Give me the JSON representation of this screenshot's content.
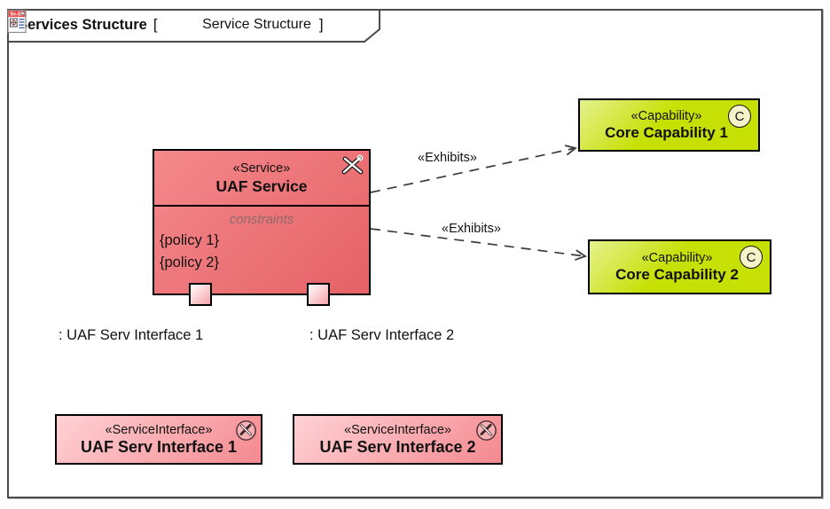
{
  "window": {
    "tab_title_bold": "Services Structure",
    "bracket_open": "[",
    "bracket_close": "]",
    "tab_title": "Service Structure",
    "diagram_icon_label": "Sv-Sr"
  },
  "service": {
    "stereotype": "«Service»",
    "name": "UAF Service",
    "constraints_label": "constraints",
    "policies": [
      "{policy 1}",
      "{policy 2}"
    ],
    "ports": [
      {
        "label": ": UAF Serv Interface 1"
      },
      {
        "label": ": UAF Serv Interface 2"
      }
    ]
  },
  "capabilities": [
    {
      "stereotype": "«Capability»",
      "name": "Core Capability 1",
      "badge": "C"
    },
    {
      "stereotype": "«Capability»",
      "name": "Core Capability 2",
      "badge": "C"
    }
  ],
  "edges": [
    {
      "label": "«Exhibits»"
    },
    {
      "label": "«Exhibits»"
    }
  ],
  "interfaces": [
    {
      "stereotype": "«ServiceInterface»",
      "name": "UAF Serv Interface 1"
    },
    {
      "stereotype": "«ServiceInterface»",
      "name": "UAF Serv Interface 2"
    }
  ],
  "colors": {
    "service_fill": "#f1676b",
    "interface_fill": "#f4898f",
    "capability_fill": "#c6e005",
    "port_fill": "#f6a2a8",
    "badge_fill": "#f6f3cb",
    "line": "#3b3b3b",
    "frame_border": "#4b4b4b",
    "diagram_icon_band": "#e84b4b"
  }
}
